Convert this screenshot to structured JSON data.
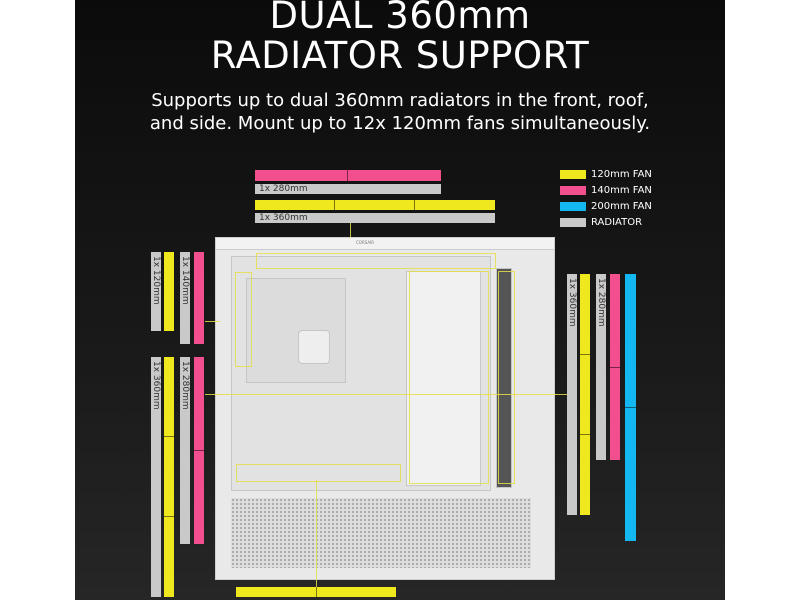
{
  "heading": {
    "line1": "DUAL 360mm",
    "line2": "RADIATOR SUPPORT"
  },
  "subtitle": {
    "line1": "Supports up to dual 360mm radiators in the front, roof,",
    "line2": "and side. Mount up to 12x 120mm fans simultaneously."
  },
  "legend": [
    {
      "label": "120mm FAN",
      "color": "#f0e81e"
    },
    {
      "label": "140mm FAN",
      "color": "#f24f8e"
    },
    {
      "label": "200mm FAN",
      "color": "#12b8ef"
    },
    {
      "label": "RADIATOR",
      "color": "#c9c9c9"
    }
  ],
  "top_mount": {
    "option1": "1x 280mm",
    "option2": "1x 360mm"
  },
  "left_mount": {
    "upper_a": "1x 120mm",
    "upper_b": "1x 140mm",
    "lower_a": "1x 360mm",
    "lower_b": "1x 280mm"
  },
  "right_mount": {
    "a": "1x 360mm",
    "b": "1x 280mm"
  },
  "case_brand": "CORSAIR"
}
